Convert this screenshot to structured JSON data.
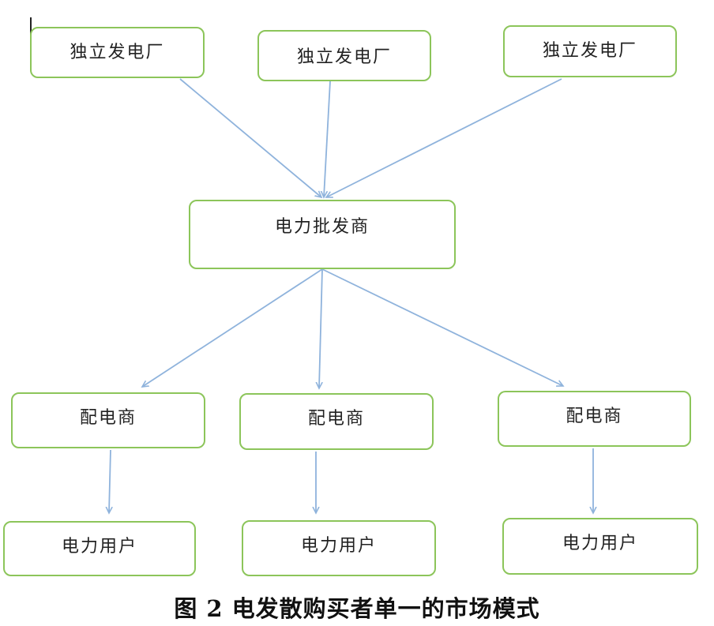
{
  "diagram": {
    "generators": [
      {
        "label": "独立发电厂"
      },
      {
        "label": "独立发电厂"
      },
      {
        "label": "独立发电厂"
      }
    ],
    "wholesaler": {
      "label": "电力批发商"
    },
    "distributors": [
      {
        "label": "配电商"
      },
      {
        "label": "配电商"
      },
      {
        "label": "配电商"
      }
    ],
    "consumers": [
      {
        "label": "电力用户"
      },
      {
        "label": "电力用户"
      },
      {
        "label": "电力用户"
      }
    ],
    "colors": {
      "node_border": "#8cc55a",
      "arrow": "#8fb3dc"
    }
  },
  "caption": "图 2  电发散购买者单一的市场模式"
}
